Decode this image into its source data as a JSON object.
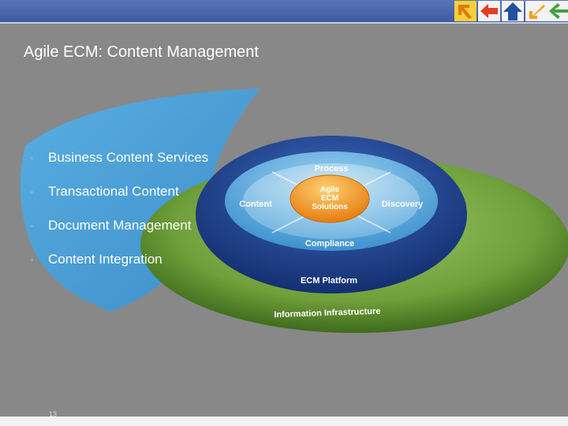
{
  "slide": {
    "title": "Agile ECM: Content Management",
    "page_number": "13"
  },
  "nav_icons": [
    {
      "name": "arrow-right-icon",
      "color": "#f4a020"
    },
    {
      "name": "arrow-left-icon",
      "color": "#e04020"
    },
    {
      "name": "arrow-up-icon",
      "color": "#2050a0"
    },
    {
      "name": "arrow-down-left-icon",
      "color": "#f4a020"
    },
    {
      "name": "arrow-left-green-icon",
      "color": "#40a040"
    }
  ],
  "bullets": [
    "Business Content Services",
    "Transactional Content",
    "Document Management",
    "Content Integration"
  ],
  "diagram": {
    "core_lines": [
      "Agile",
      "ECM",
      "Solutions"
    ],
    "ring_labels": {
      "top": "Process",
      "left": "Content",
      "right": "Discovery",
      "bottom": "Compliance"
    },
    "platform_label": "ECM Platform",
    "infrastructure_label": "Information Infrastructure"
  },
  "colors": {
    "background": "#888888",
    "topbar": "#4a64ad",
    "blue_panel": "#4aa3dc",
    "green_ring": "#5b8a2a",
    "navy_ring": "#1d3f86",
    "core": "#f59a26"
  }
}
